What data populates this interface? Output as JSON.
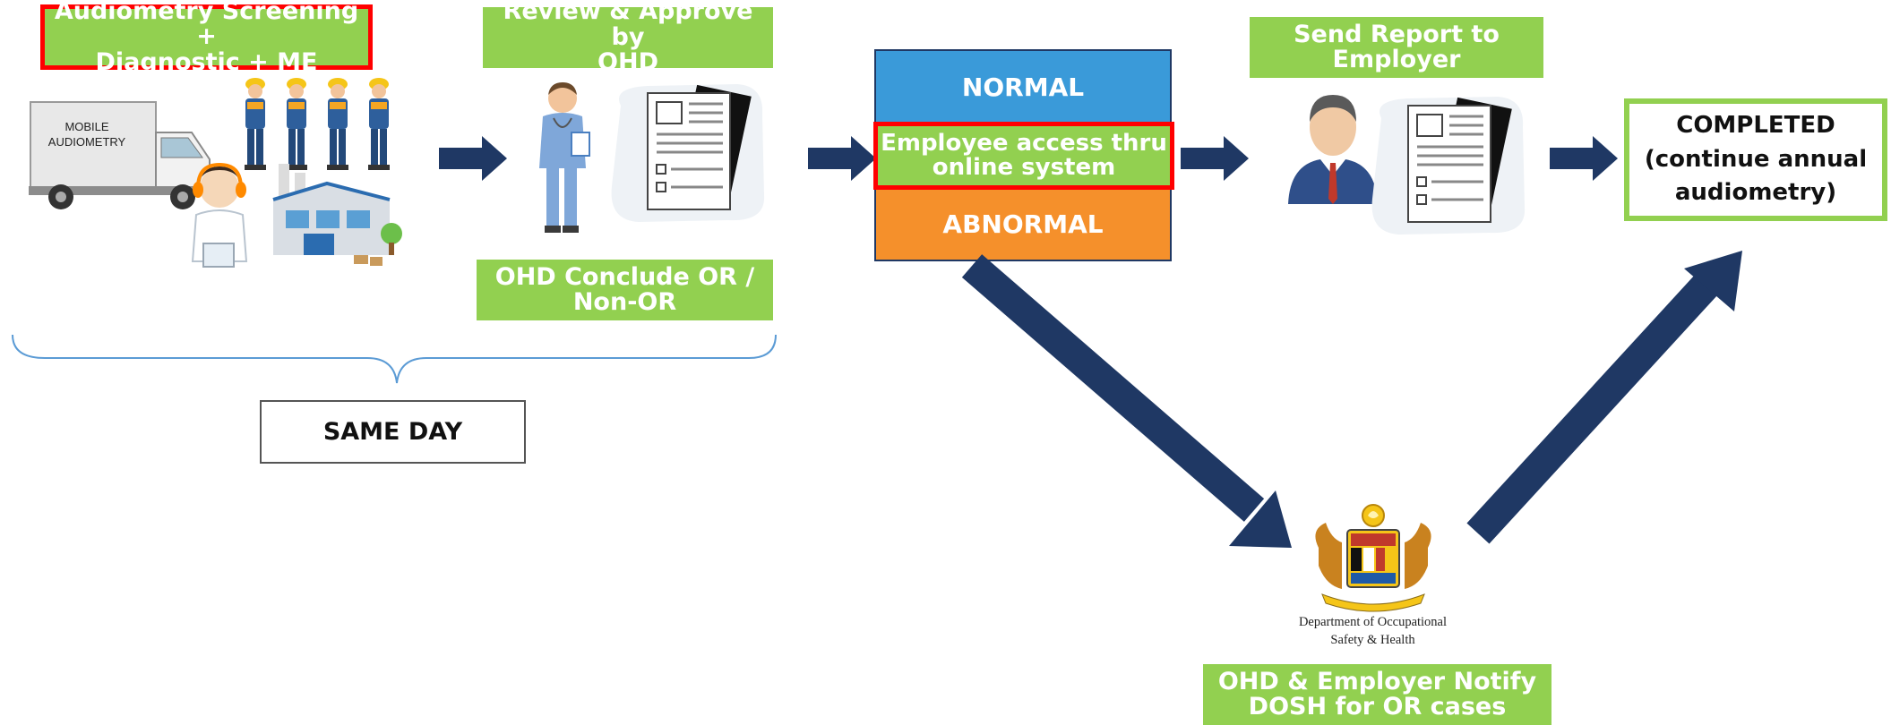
{
  "steps": {
    "screening_line1": "Audiometry Screening +",
    "screening_line2": "Diagnostic + ME",
    "review_line1": "Review & Approve by",
    "review_line2": "OHD",
    "conclude_line1": "OHD Conclude OR /",
    "conclude_line2": "Non-OR",
    "normal": "NORMAL",
    "access_line1": "Employee access thru",
    "access_line2": "online system",
    "abnormal": "ABNORMAL",
    "send_line1": "Send Report to",
    "send_line2": "Employer",
    "completed_line1": "COMPLETED",
    "completed_line2": "(continue annual",
    "completed_line3": "audiometry)",
    "same_day": "SAME DAY",
    "notify_line1": "OHD & Employer Notify",
    "notify_line2": "DOSH for OR cases"
  },
  "truck": {
    "line1": "MOBILE",
    "line2": "AUDIOMETRY"
  },
  "dosh": {
    "line1": "Department of Occupational",
    "line2": "Safety & Health"
  },
  "colors": {
    "green": "#92d050",
    "red": "#ff0000",
    "navy": "#1f3864",
    "blue": "#3a9ad9",
    "orange": "#f5902b"
  }
}
